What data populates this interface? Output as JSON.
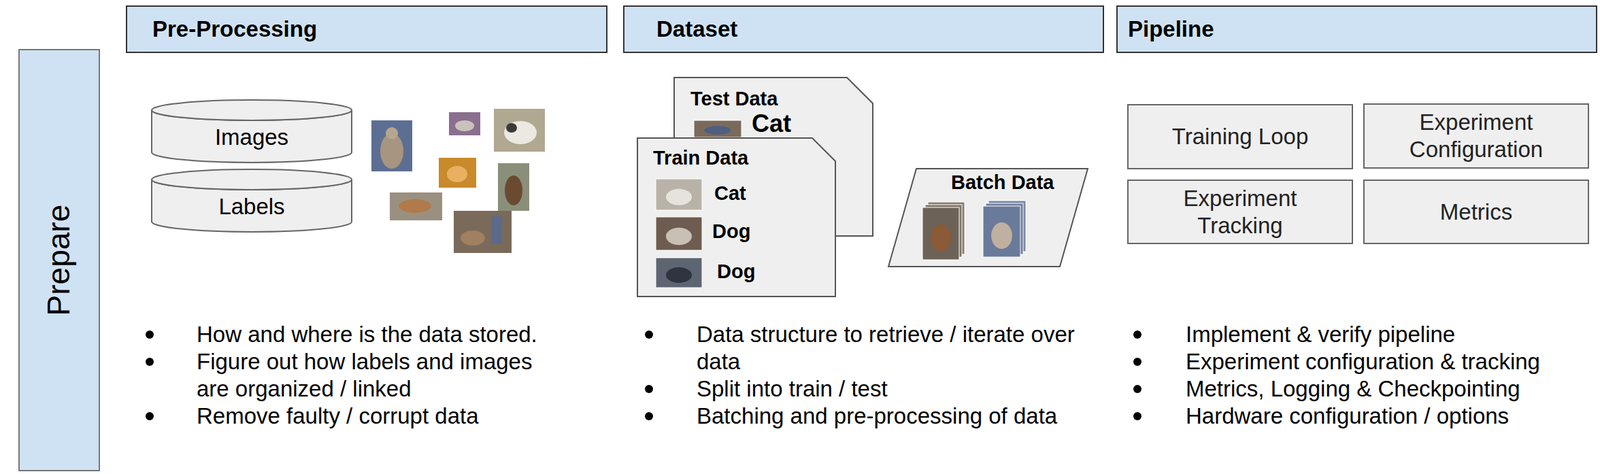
{
  "diagram": {
    "nodes": [
      {
        "text": [
          "Prepare"
        ]
      },
      {
        "text": [
          "Pre-Processing"
        ]
      },
      {
        "text": [
          "Dataset"
        ]
      },
      {
        "text": [
          "Pipeline"
        ]
      },
      {
        "text": [
          "Images"
        ]
      },
      {
        "text": [
          "Labels"
        ]
      },
      {
        "text": [
          "Test Data",
          "Cat"
        ]
      },
      {
        "text": [
          "Train Data",
          "Cat",
          "Dog",
          "Dog"
        ]
      },
      {
        "text": [
          "Batch Data"
        ]
      },
      {
        "text": [
          "Training Loop"
        ]
      },
      {
        "text": [
          "Experiment Configuration"
        ]
      },
      {
        "text": [
          "Experiment Tracking"
        ]
      },
      {
        "text": [
          "Metrics"
        ]
      }
    ],
    "labels": [
      "How and where is the data stored.",
      "Figure out how labels and images are organized / linked",
      "Remove faulty / corrupt data",
      "Data structure to retrieve / iterate over data",
      "Split into train / test",
      "Batching and pre-processing of data",
      "Implement & verify pipeline",
      "Experiment configuration & tracking",
      "Metrics, Logging & Checkpointing",
      "Hardware configuration / options"
    ]
  }
}
